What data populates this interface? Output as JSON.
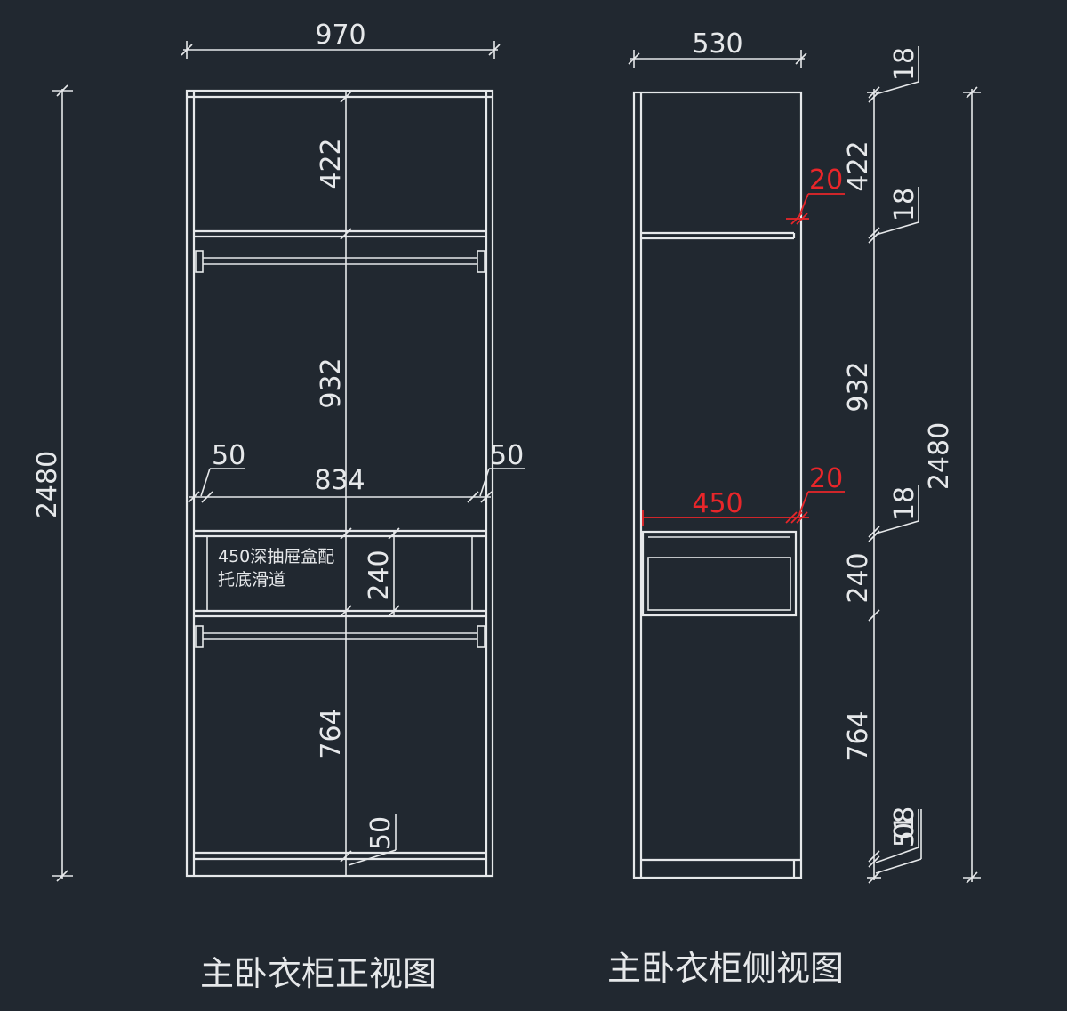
{
  "front_view": {
    "title": "主卧衣柜正视图",
    "dim_width": "970",
    "dim_height": "2480",
    "dim_top": "422",
    "dim_hanging_upper": "932",
    "dim_inner_width": "834",
    "dim_side_left": "50",
    "dim_side_right": "50",
    "dim_drawer": "240",
    "dim_hanging_lower": "764",
    "dim_base": "50",
    "drawer_note_line1": "450深抽屉盒配",
    "drawer_note_line2": "托底滑道"
  },
  "side_view": {
    "title": "主卧衣柜侧视图",
    "dim_depth": "530",
    "dim_height": "2480",
    "dim_top": "422",
    "dim_board_1": "18",
    "dim_board_2": "18",
    "dim_board_3": "18",
    "dim_hanging_upper": "932",
    "dim_drawer": "240",
    "dim_hanging_lower": "764",
    "dim_base_overlap": "5018",
    "dim_red_gap_1": "20",
    "dim_red_gap_2": "20",
    "dim_drawer_depth": "450"
  },
  "colors": {
    "background": "#212830",
    "line": "#e6e8ea",
    "accent": "#e8262a"
  }
}
